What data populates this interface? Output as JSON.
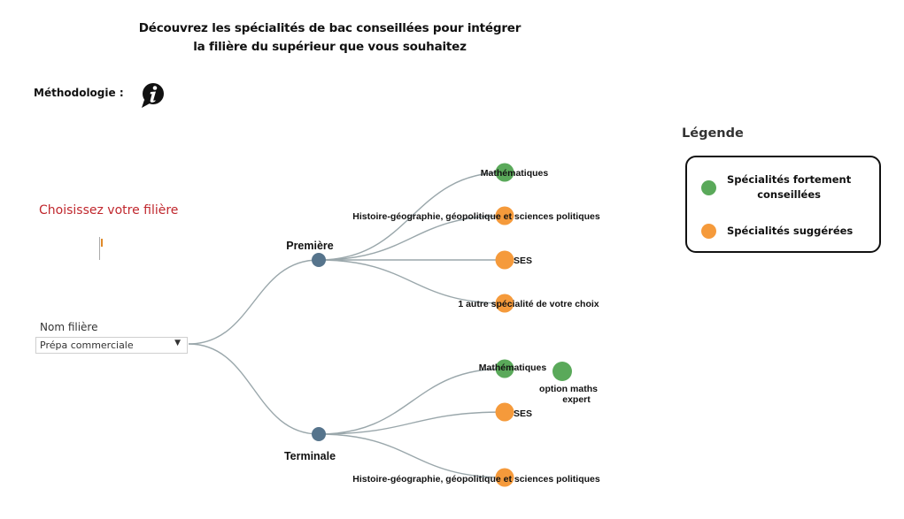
{
  "header": {
    "title_line1": "Découvrez les spécialités de bac conseillées pour intégrer",
    "title_line2": "la filière du supérieur que vous souhaitez"
  },
  "methodology": {
    "label": "Méthodologie :",
    "icon": "info-icon"
  },
  "filter": {
    "heading": "Choisissez votre filière",
    "label": "Nom filière",
    "selected": "Prépa commerciale"
  },
  "legend": {
    "title": "Légende",
    "items": [
      {
        "label": "Spécialités fortement conseillées",
        "line1": "Spécialités fortement",
        "line2": "conseillées",
        "color": "#5aa95a"
      },
      {
        "label": "Spécialités suggérées",
        "color": "#f59a3b"
      }
    ]
  },
  "colors": {
    "strong": "#5aa95a",
    "suggested": "#f59a3b",
    "level": "#56748c",
    "link": "#9aa7ab"
  },
  "tree": {
    "levels": [
      {
        "label": "Première",
        "specialties": [
          {
            "label": "Mathématiques",
            "status": "strong"
          },
          {
            "label": "Histoire-géographie, géopolitique et sciences politiques",
            "status": "suggested"
          },
          {
            "label": "SES",
            "status": "suggested"
          },
          {
            "label": "1 autre spécialité de votre choix",
            "status": "suggested"
          }
        ]
      },
      {
        "label": "Terminale",
        "specialties": [
          {
            "label": "Mathématiques",
            "status": "strong",
            "option": {
              "line1": "option maths",
              "line2": "expert",
              "status": "strong"
            }
          },
          {
            "label": "SES",
            "status": "suggested"
          },
          {
            "label": "Histoire-géographie, géopolitique et sciences politiques",
            "status": "suggested"
          }
        ]
      }
    ]
  }
}
